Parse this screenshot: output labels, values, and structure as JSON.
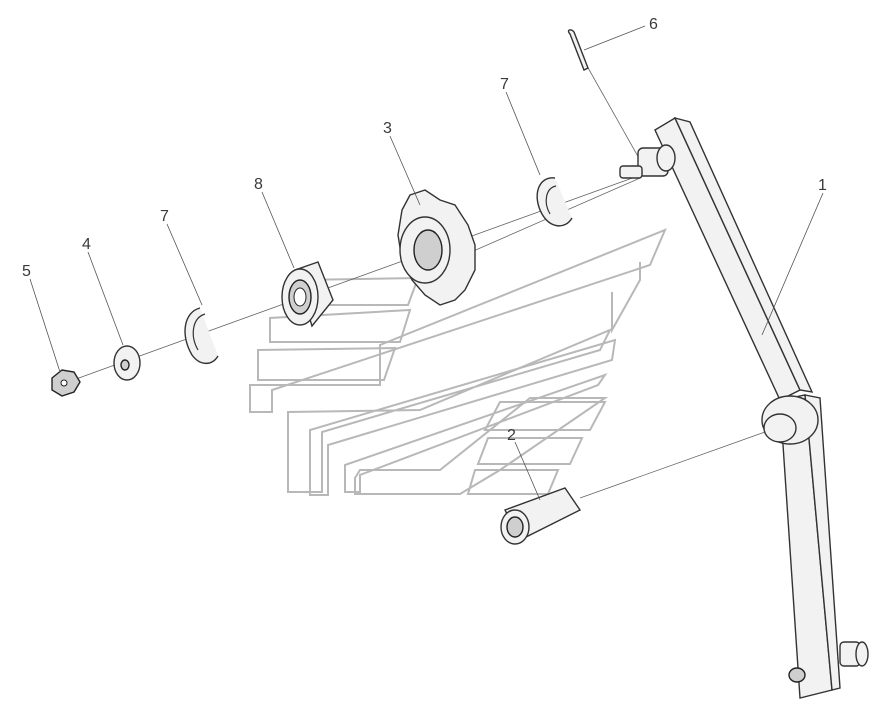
{
  "diagram": {
    "callouts": [
      {
        "id": "1",
        "label": "1"
      },
      {
        "id": "2",
        "label": "2"
      },
      {
        "id": "3",
        "label": "3"
      },
      {
        "id": "4",
        "label": "4"
      },
      {
        "id": "5",
        "label": "5"
      },
      {
        "id": "6",
        "label": "6"
      },
      {
        "id": "7a",
        "label": "7"
      },
      {
        "id": "7b",
        "label": "7"
      },
      {
        "id": "8",
        "label": "8"
      }
    ]
  }
}
